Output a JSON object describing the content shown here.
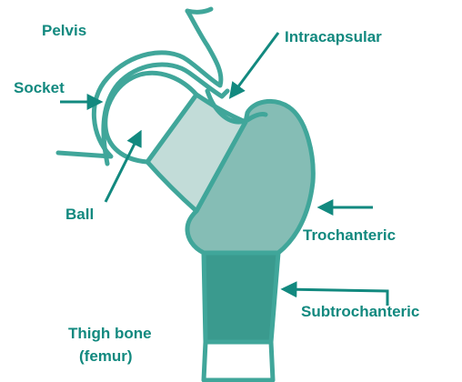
{
  "diagram": {
    "colors": {
      "outline": "#40a69a",
      "ball": "#ffffff",
      "neck_light": "#c2dcd8",
      "trochanteric_zone": "#85bdb5",
      "subtrochanteric_zone": "#3a9a8e",
      "label_text": "#12897f",
      "arrow": "#12897f"
    },
    "labels": {
      "pelvis": "Pelvis",
      "socket": "Socket",
      "intracapsular": "Intracapsular",
      "ball": "Ball",
      "trochanteric": "Trochanteric",
      "subtrochanteric": "Subtrochanteric",
      "thigh_bone_line1": "Thigh bone",
      "thigh_bone_line2": "(femur)"
    }
  }
}
